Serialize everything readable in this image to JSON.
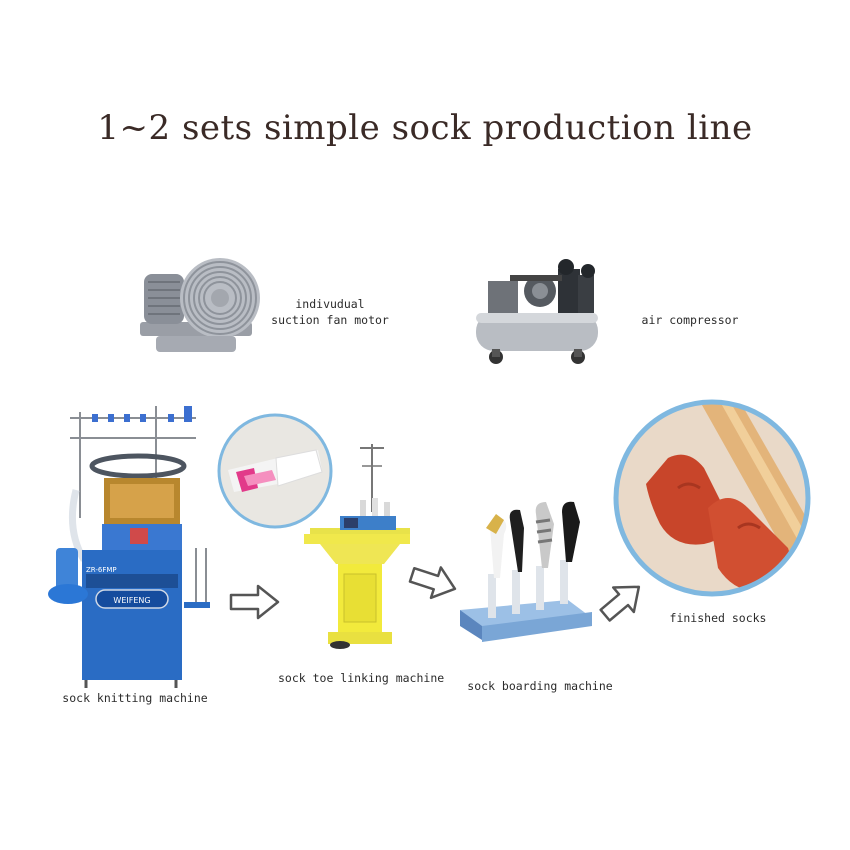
{
  "title": "1~2 sets simple sock production line",
  "labels": {
    "fan_motor": [
      "indivudual",
      "suction fan motor"
    ],
    "air_compressor": "air compressor",
    "knitting_machine": "sock knitting machine",
    "toe_linking": "sock toe linking machine",
    "boarding": "sock boarding machine",
    "finished": "finished socks"
  },
  "machine_text": {
    "model": "ZR-6FMP",
    "brand": "WEIFENG"
  },
  "colors": {
    "title": "#3a2a26",
    "knitting_blue": "#2a6cc4",
    "linking_yellow": "#f2ea3c",
    "boarding_base": "#7aa6d6",
    "sock_red": "#c8452a",
    "circle_border": "#7fb8e0"
  },
  "icons": [
    "fan-motor-image",
    "air-compressor-image",
    "knitting-machine-image",
    "sock-closeup-image",
    "toe-linking-machine-image",
    "boarding-machine-image",
    "finished-socks-image",
    "arrow-right-icon",
    "arrow-up-right-icon"
  ]
}
